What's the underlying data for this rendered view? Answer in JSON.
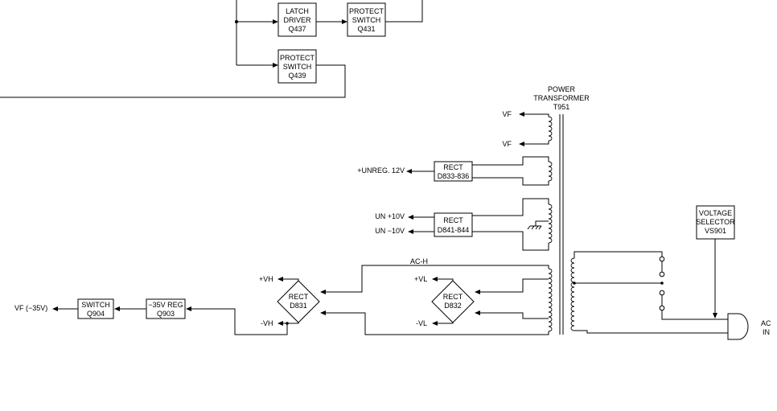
{
  "blocks": {
    "latch_driver": {
      "line1": "LATCH",
      "line2": "DRIVER",
      "line3": "Q437"
    },
    "protect_switch_q431": {
      "line1": "PROTECT",
      "line2": "SWITCH",
      "line3": "Q431"
    },
    "protect_switch_q439": {
      "line1": "PROTECT",
      "line2": "SWITCH",
      "line3": "Q439"
    },
    "rect_d833": {
      "line1": "RECT",
      "line2": "D833-836"
    },
    "rect_d841": {
      "line1": "RECT",
      "line2": "D841-844"
    },
    "rect_d831": {
      "line1": "RECT",
      "line2": "D831"
    },
    "rect_d832": {
      "line1": "RECT",
      "line2": "D832"
    },
    "reg_q903": {
      "line1": "−35V REG",
      "line2": "Q903"
    },
    "switch_q904": {
      "line1": "SWITCH",
      "line2": "Q904"
    },
    "voltage_selector": {
      "line1": "VOLTAGE",
      "line2": "SELECTOR",
      "line3": "VS901"
    }
  },
  "transformer": {
    "line1": "POWER",
    "line2": "TRANSFORMER",
    "line3": "T951"
  },
  "labels": {
    "vf_top": "VF",
    "vf_bottom": "VF",
    "unreg_12v": "+UNREG. 12V",
    "un_plus_10v": "UN +10V",
    "un_minus_10v": "UN −10V",
    "ac_h": "AC-H",
    "plus_vh": "+VH",
    "minus_vh": "-VH",
    "plus_vl": "+VL",
    "minus_vl": "-VL",
    "vf_minus_35v": "VF (−35V)",
    "ac_in_1": "AC",
    "ac_in_2": "IN"
  }
}
